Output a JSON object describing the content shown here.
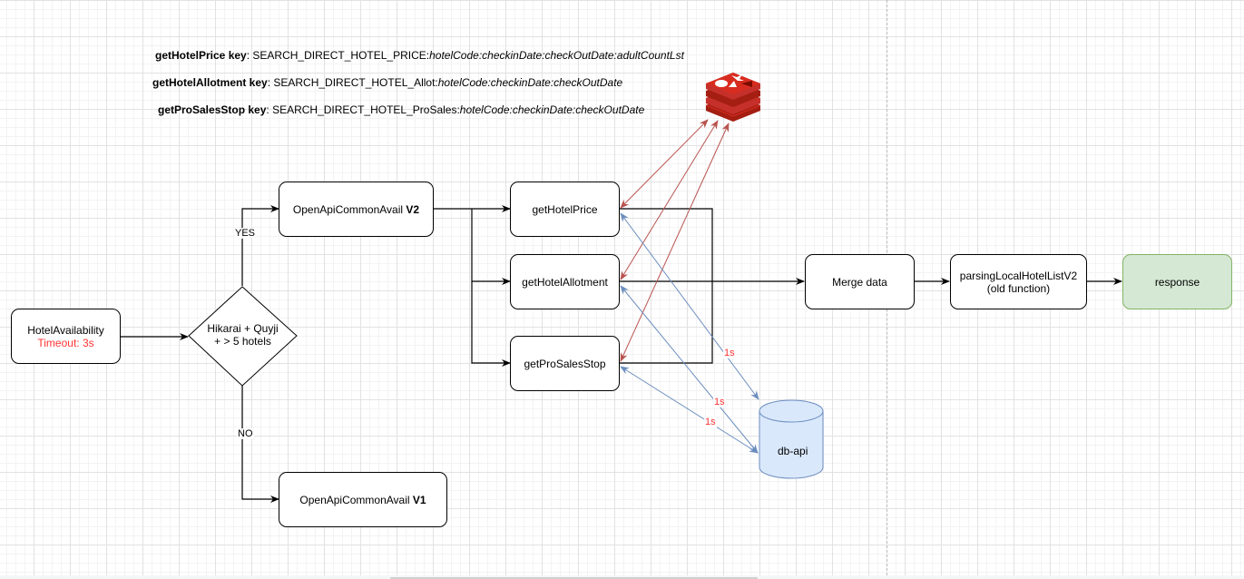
{
  "keys": [
    {
      "name": "getHotelPrice key",
      "sep": ": ",
      "prefix": "SEARCH_DIRECT_HOTEL_PRICE:",
      "params": "hotelCode:checkinDate:checkOutDate:adultCountLst"
    },
    {
      "name": "getHotelAllotment key",
      "sep": ": ",
      "prefix": "SEARCH_DIRECT_HOTEL_Allot:",
      "params": "hotelCode:checkinDate:checkOutDate"
    },
    {
      "name": "getProSalesStop key",
      "sep": ": ",
      "prefix": "SEARCH_DIRECT_HOTEL_ProSales:",
      "params": "hotelCode:checkinDate:checkOutDate"
    }
  ],
  "nodes": {
    "hotel_availability": {
      "title": "HotelAvailability",
      "timeout": "Timeout: 3s"
    },
    "decision": {
      "line1": "Hikarai + Quyji",
      "line2": "+ > 5 hotels"
    },
    "v2": {
      "name": "OpenApiCommonAvail ",
      "version": "V2"
    },
    "v1": {
      "name": "OpenApiCommonAvail ",
      "version": "V1"
    },
    "get_hotel_price": "getHotelPrice",
    "get_hotel_allotment": "getHotelAllotment",
    "get_pro_sales_stop": "getProSalesStop",
    "merge": "Merge data",
    "parsing": {
      "line1": "parsingLocalHotelListV2",
      "line2": "(old function)"
    },
    "response": "response",
    "db": "db-api",
    "cache": "redis-icon"
  },
  "edge_labels": {
    "yes": "YES",
    "no": "NO",
    "db_timeouts": [
      "1s",
      "1s",
      "1s"
    ]
  },
  "colors": {
    "redis_arrow": "#b85450",
    "db_arrow": "#6c8ebf",
    "response_fill": "#d5e8d4",
    "db_fill": "#dae8fc",
    "timeout_text": "#ff3333"
  }
}
